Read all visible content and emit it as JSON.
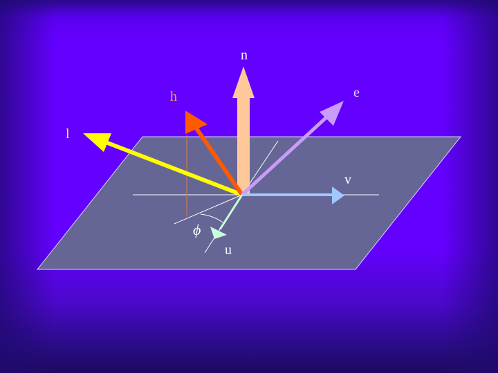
{
  "labels": {
    "n": "n",
    "h": "h",
    "l": "l",
    "e": "e",
    "v": "v",
    "u": "u",
    "phi": "ϕ"
  },
  "colors": {
    "plane": "#656696",
    "n": "#ffc89a",
    "h": "#ff5a00",
    "l": "#ffff00",
    "e": "#c89cf8",
    "v": "#9ec8ff",
    "u": "#c8ffdc",
    "label_default": "#ffffff",
    "label_h": "#ffa050",
    "label_l": "#ffff00",
    "label_e": "#dcd0ff"
  }
}
